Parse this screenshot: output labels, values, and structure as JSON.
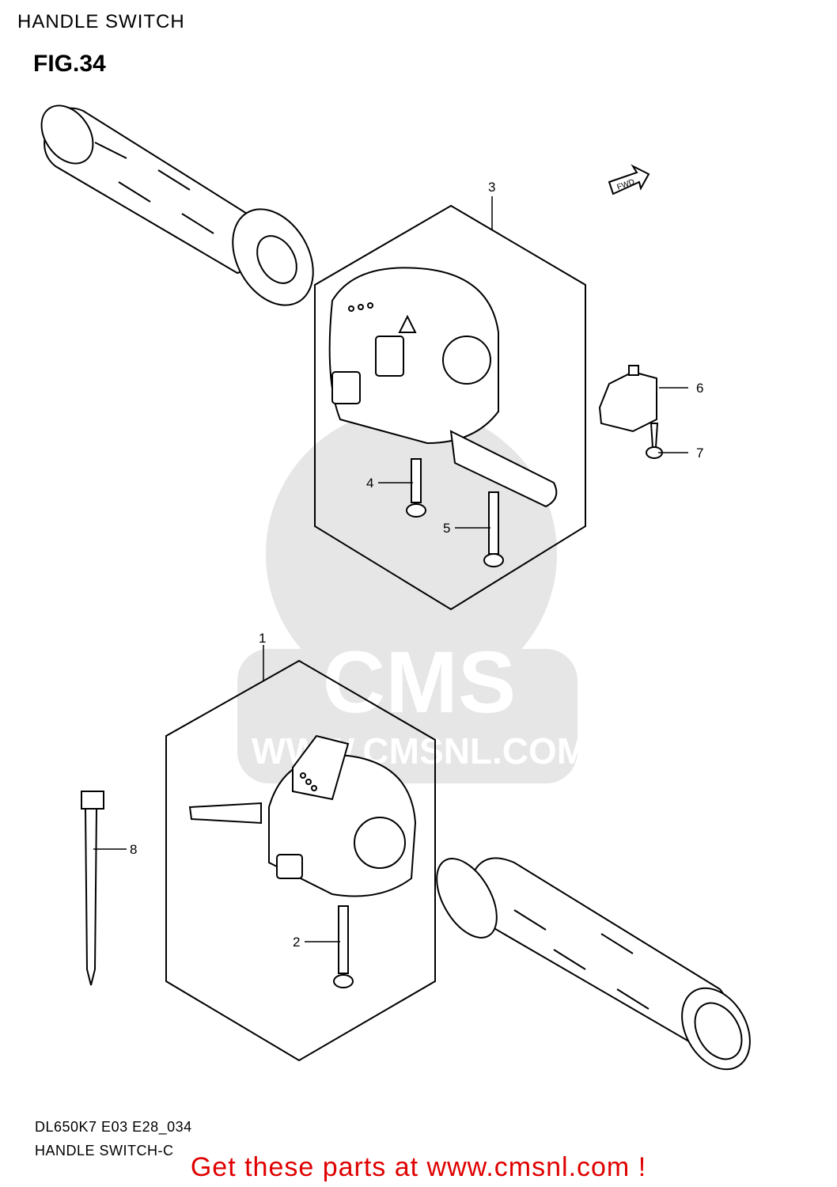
{
  "header": {
    "title": "HANDLE SWITCH"
  },
  "figure": {
    "label": "FIG.34"
  },
  "direction_badge": "FWD",
  "callouts": [
    "1",
    "2",
    "3",
    "4",
    "5",
    "6",
    "7",
    "8"
  ],
  "watermark": {
    "brand": "CMS",
    "url": "WWW.CMSNL.COM"
  },
  "footer": {
    "code_line": "DL650K7 E03 E28_034",
    "caption": "HANDLE SWITCH-C",
    "promo": "Get these parts at www.cmsnl.com !"
  },
  "colors": {
    "promo": "#e00000",
    "line": "#000000",
    "watermark": "#e6e6e6"
  }
}
